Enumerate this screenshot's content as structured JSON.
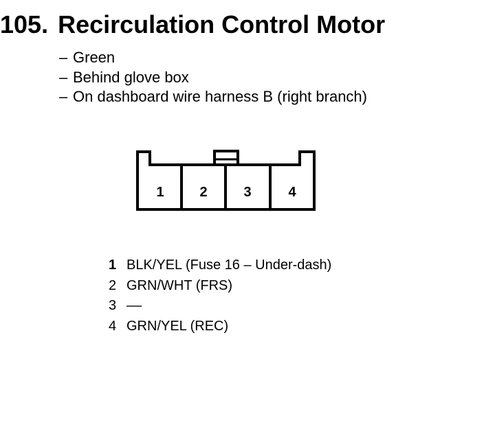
{
  "component": {
    "number": "105.",
    "name": "Recirculation Control Motor"
  },
  "info": [
    {
      "dash": "–",
      "text": "Green"
    },
    {
      "dash": "–",
      "text": "Behind glove box"
    },
    {
      "dash": "–",
      "text": "On dashboard wire harness B (right branch)"
    }
  ],
  "connector": {
    "cavities": [
      "1",
      "2",
      "3",
      "4"
    ]
  },
  "pins": [
    {
      "number": "1",
      "desc": "BLK/YEL (Fuse 16 – Under-dash)"
    },
    {
      "number": "2",
      "desc": "GRN/WHT (FRS)"
    },
    {
      "number": "3",
      "desc": "––"
    },
    {
      "number": "4",
      "desc": "GRN/YEL (REC)"
    }
  ]
}
